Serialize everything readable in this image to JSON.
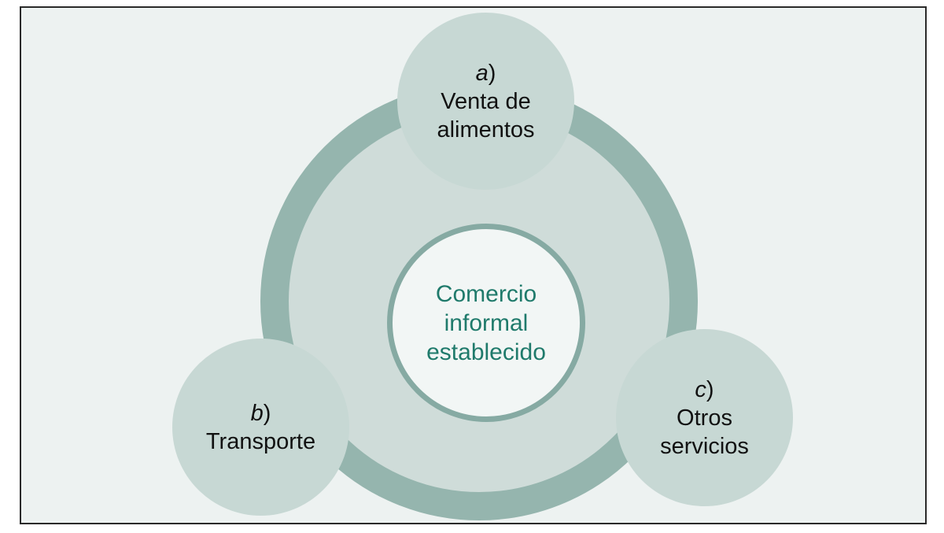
{
  "colors": {
    "background": "#edf2f1",
    "ring": "#95b5ae",
    "ring_fill": "#cfdcd9",
    "node_fill": "#c7d8d4",
    "center_fill": "#f2f6f5",
    "center_border": "#86aaa3",
    "center_text": "#1f7a6b"
  },
  "center": {
    "lines": [
      "Comercio",
      "informal",
      "establecido"
    ]
  },
  "nodes": [
    {
      "letter": "a",
      "suffix": ")",
      "lines": [
        "Venta de",
        "alimentos"
      ]
    },
    {
      "letter": "b",
      "suffix": ")",
      "lines": [
        "Transporte"
      ]
    },
    {
      "letter": "c",
      "suffix": ")",
      "lines": [
        "Otros",
        "servicios"
      ]
    }
  ]
}
